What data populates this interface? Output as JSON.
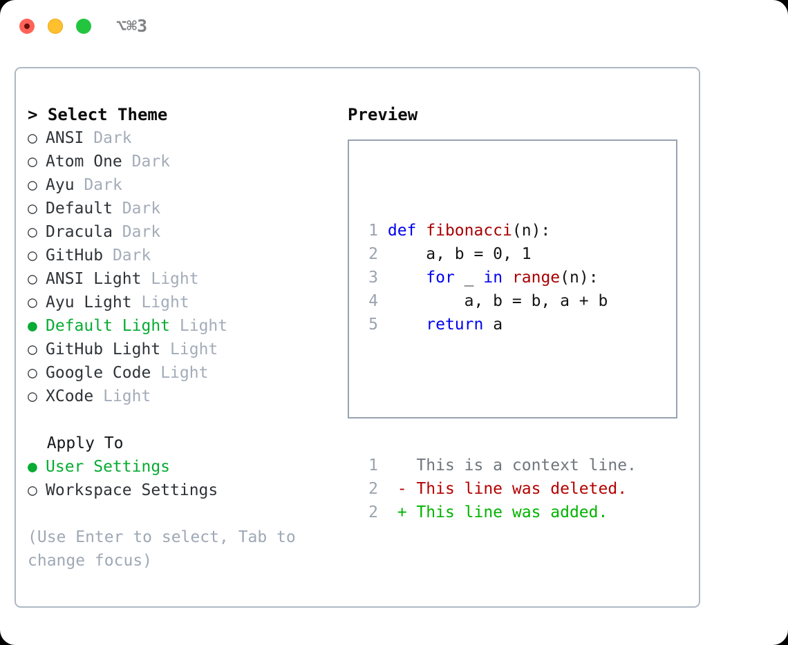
{
  "titlebar": {
    "shortcut": "⌥⌘3",
    "buttons": [
      {
        "name": "close",
        "color": "#ff6259"
      },
      {
        "name": "minimize",
        "color": "#fec02f"
      },
      {
        "name": "maximize",
        "color": "#23c53f"
      }
    ]
  },
  "theme_list": {
    "title": "> Select Theme",
    "items": [
      {
        "marker": "○",
        "name": "ANSI",
        "tag": "Dark",
        "selected": false
      },
      {
        "marker": "○",
        "name": "Atom One",
        "tag": "Dark",
        "selected": false
      },
      {
        "marker": "○",
        "name": "Ayu",
        "tag": "Dark",
        "selected": false
      },
      {
        "marker": "○",
        "name": "Default",
        "tag": "Dark",
        "selected": false
      },
      {
        "marker": "○",
        "name": "Dracula",
        "tag": "Dark",
        "selected": false
      },
      {
        "marker": "○",
        "name": "GitHub",
        "tag": "Dark",
        "selected": false
      },
      {
        "marker": "○",
        "name": "ANSI Light",
        "tag": "Light",
        "selected": false
      },
      {
        "marker": "○",
        "name": "Ayu Light",
        "tag": "Light",
        "selected": false
      },
      {
        "marker": "●",
        "name": "Default Light",
        "tag": "Light",
        "selected": true
      },
      {
        "marker": "○",
        "name": "GitHub Light",
        "tag": "Light",
        "selected": false
      },
      {
        "marker": "○",
        "name": "Google Code",
        "tag": "Light",
        "selected": false
      },
      {
        "marker": "○",
        "name": "XCode",
        "tag": "Light",
        "selected": false
      }
    ]
  },
  "apply_to": {
    "heading": "  Apply To",
    "options": [
      {
        "marker": "●",
        "label": "User Settings",
        "selected": true
      },
      {
        "marker": "○",
        "label": "Workspace Settings",
        "selected": false
      }
    ]
  },
  "hint": "(Use Enter to select, Tab to change focus)",
  "preview": {
    "title": "Preview",
    "code_lines": [
      {
        "num": "1",
        "tokens": [
          {
            "t": "def ",
            "c": "kw"
          },
          {
            "t": "fibonacci",
            "c": "fn"
          },
          {
            "t": "(n):",
            "c": "pl"
          }
        ]
      },
      {
        "num": "2",
        "tokens": [
          {
            "t": "    a, b = 0, 1",
            "c": "pl"
          }
        ]
      },
      {
        "num": "3",
        "tokens": [
          {
            "t": "    ",
            "c": "pl"
          },
          {
            "t": "for",
            "c": "kw"
          },
          {
            "t": " _ ",
            "c": "pl"
          },
          {
            "t": "in",
            "c": "kw"
          },
          {
            "t": " ",
            "c": "pl"
          },
          {
            "t": "range",
            "c": "fn"
          },
          {
            "t": "(n):",
            "c": "pl"
          }
        ]
      },
      {
        "num": "4",
        "tokens": [
          {
            "t": "        a, b = b, a + b",
            "c": "pl"
          }
        ]
      },
      {
        "num": "5",
        "tokens": [
          {
            "t": "    ",
            "c": "pl"
          },
          {
            "t": "return",
            "c": "kw"
          },
          {
            "t": " a",
            "c": "pl"
          }
        ]
      }
    ],
    "diff_lines": [
      {
        "num": "1",
        "prefix": "  ",
        "text": "This is a context line.",
        "kind": "ctx"
      },
      {
        "num": "2",
        "prefix": "- ",
        "text": "This line was deleted.",
        "kind": "del"
      },
      {
        "num": "2",
        "prefix": "+ ",
        "text": "This line was added.",
        "kind": "add"
      }
    ]
  },
  "colors": {
    "accent_green": "#08ab33",
    "muted": "#a3acb9",
    "border": "#aeb7c4",
    "keyword": "#0000ee",
    "function": "#a80000",
    "diff_add": "#00b300",
    "diff_del": "#b40000"
  }
}
